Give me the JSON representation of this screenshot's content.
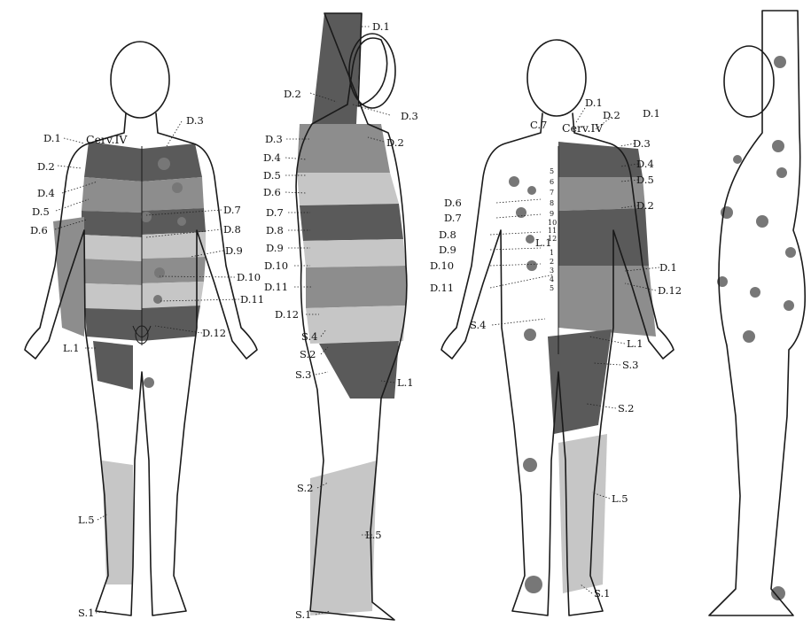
{
  "figures": [
    {
      "id": "front",
      "labels": [
        "D.1",
        "Cerv.IV",
        "D.2",
        "D.3",
        "D.4",
        "D.5",
        "D.6",
        "D.7",
        "D.8",
        "D.9",
        "D.10",
        "D.11",
        "D.12",
        "L.1",
        "L.5",
        "S.1"
      ]
    },
    {
      "id": "side-left",
      "labels": [
        "D.1",
        "D.2",
        "D.3",
        "D.2",
        "D.3",
        "D.4",
        "D.5",
        "D.6",
        "D.7",
        "D.8",
        "D.9",
        "D.10",
        "D.11",
        "D.12",
        "S.4",
        "S.2",
        "S.3",
        "L.1",
        "S.2",
        "L.5",
        "S.1"
      ]
    },
    {
      "id": "back",
      "labels": [
        "D.1",
        "D.2",
        "D.1",
        "C.7",
        "Cerv.IV",
        "D.3",
        "D.4",
        "D.5",
        "D.2",
        "D.6",
        "D.7",
        "D.8",
        "D.9",
        "D.10",
        "D.11",
        "L.1",
        "D.1",
        "D.12",
        "S.4",
        "L.1",
        "S.3",
        "S.2",
        "L.5",
        "S.1"
      ],
      "spine_numbers": [
        "5",
        "6",
        "7",
        "8",
        "9",
        "10",
        "11",
        "12",
        "1",
        "2",
        "3",
        "4",
        "5"
      ]
    },
    {
      "id": "side-right",
      "labels": []
    }
  ],
  "colors": {
    "dark_zone": "#5a5a5a",
    "mid_zone": "#8d8d8d",
    "light_zone": "#c6c6c6",
    "outline": "#1a1a1a"
  }
}
